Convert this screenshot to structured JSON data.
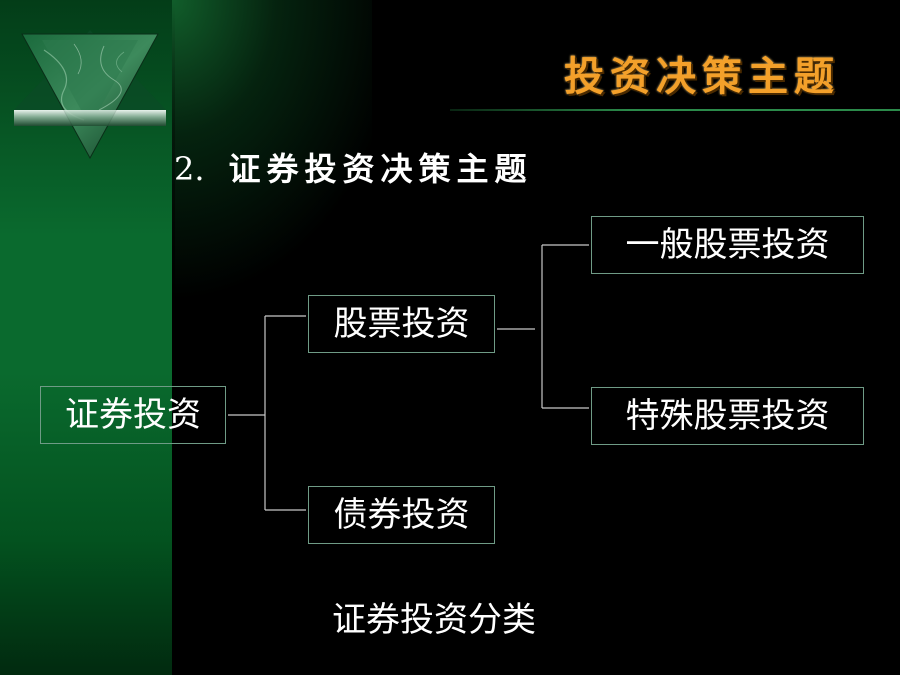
{
  "header": {
    "title": "投资决策主题"
  },
  "subtitle": {
    "number": "2.",
    "text": "证券投资决策主题"
  },
  "diagram": {
    "root": "证券投资",
    "level1": {
      "stock": "股票投资",
      "bond": "债券投资"
    },
    "level2": {
      "general": "一般股票投资",
      "special": "特殊股票投资"
    },
    "caption": "证券投资分类"
  },
  "colors": {
    "background": "#000000",
    "band_green": "#0a6a2e",
    "title_orange": "#f3a02a",
    "box_border": "#6f9b86",
    "text": "#ffffff"
  },
  "icons": [
    "marble-triangle-logo-icon"
  ]
}
